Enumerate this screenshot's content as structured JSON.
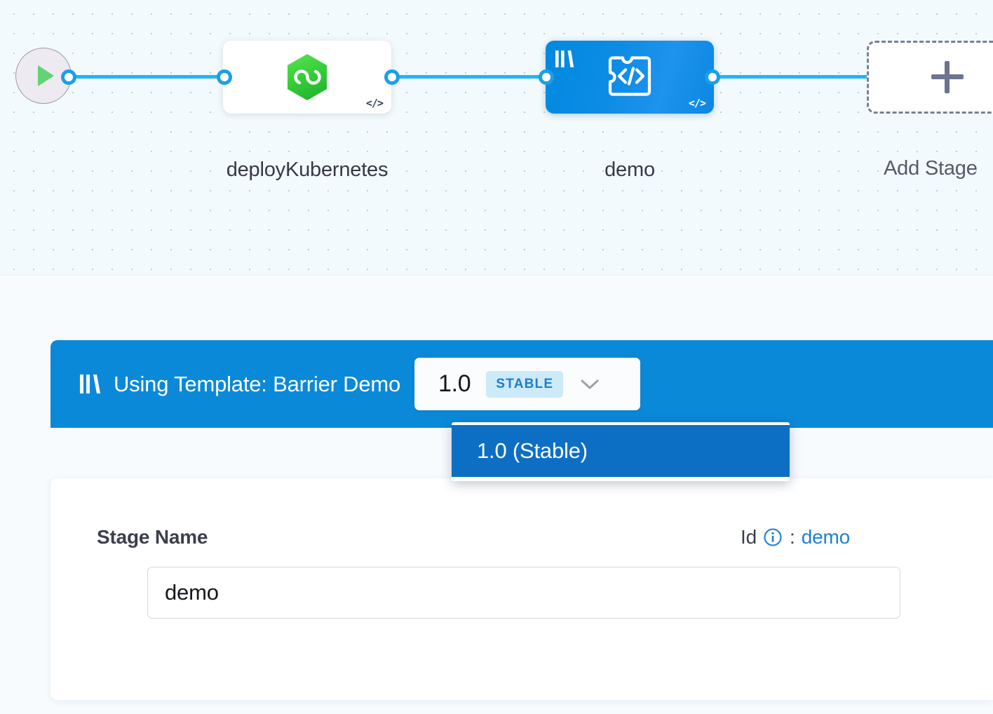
{
  "canvas": {
    "start_node": {
      "name": "start-node",
      "icon": "play-icon"
    },
    "nodes": [
      {
        "label": "deployKubernetes",
        "type": "stage",
        "icon": "harness-cd-hexagon-icon",
        "corner_icon": "code-icon",
        "selected": false
      },
      {
        "label": "demo",
        "type": "template-stage",
        "icon": "custom-stage-puzzle-icon",
        "corner_icon": "code-icon",
        "template_icon": "template-bars-icon",
        "selected": true
      }
    ],
    "add_stage": {
      "label": "Add Stage",
      "icon": "plus-icon"
    }
  },
  "template_bar": {
    "icon": "template-bars-icon",
    "text": "Using Template: Barrier Demo",
    "version_select": {
      "value": "1.0",
      "badge": "STABLE",
      "chevron": "chevron-down-icon",
      "expanded": true,
      "options": [
        {
          "label": "1.0 (Stable)",
          "selected": true
        }
      ]
    }
  },
  "form": {
    "stage_name_label": "Stage Name",
    "id_label": "Id",
    "id_info_icon": "info-icon",
    "id_separator": ":",
    "id_value": "demo",
    "stage_name_input": {
      "value": "demo",
      "placeholder": "Stage Name"
    }
  },
  "colors": {
    "brand_blue": "#0b89d9",
    "menu_selected": "#0d6fc4",
    "edge_blue": "#21b5f4",
    "badge_bg": "#cdeaf9",
    "badge_text": "#1c7fd0",
    "link_blue": "#1d7fd6",
    "canvas_bg": "#f2fafd",
    "node_green": "#3ecb3e"
  }
}
